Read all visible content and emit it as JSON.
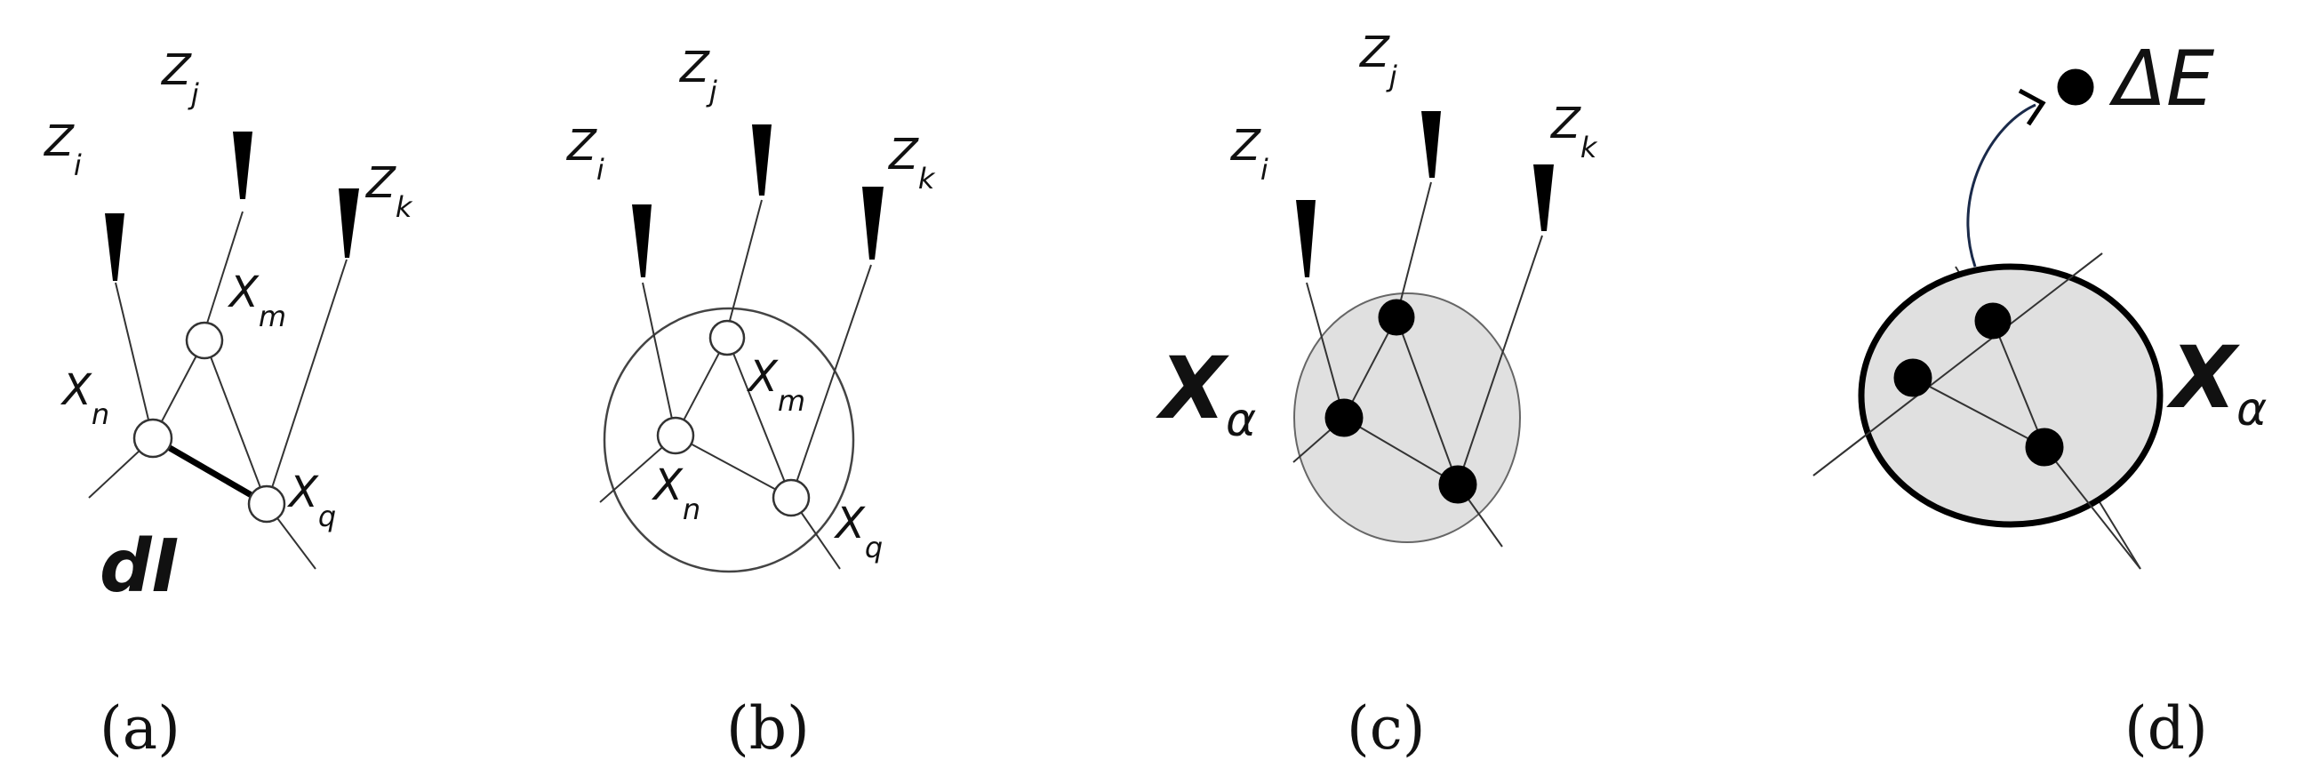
{
  "panels": [
    {
      "id": "a",
      "caption": "(a)",
      "inputs": [
        {
          "base": "Z",
          "sub": "i"
        },
        {
          "base": "Z",
          "sub": "j"
        },
        {
          "base": "Z",
          "sub": "k"
        }
      ],
      "nodes": [
        {
          "base": "X",
          "sub": "m"
        },
        {
          "base": "X",
          "sub": "n"
        },
        {
          "base": "X",
          "sub": "q"
        }
      ],
      "interaction_label": "dI"
    },
    {
      "id": "b",
      "caption": "(b)",
      "inputs": [
        {
          "base": "Z",
          "sub": "i"
        },
        {
          "base": "Z",
          "sub": "j"
        },
        {
          "base": "Z",
          "sub": "k"
        }
      ],
      "nodes": [
        {
          "base": "X",
          "sub": "m"
        },
        {
          "base": "X",
          "sub": "n"
        },
        {
          "base": "X",
          "sub": "q"
        }
      ]
    },
    {
      "id": "c",
      "caption": "(c)",
      "inputs": [
        {
          "base": "Z",
          "sub": "i"
        },
        {
          "base": "Z",
          "sub": "j"
        },
        {
          "base": "Z",
          "sub": "k"
        }
      ],
      "aggregate": {
        "base": "X",
        "sub": "α"
      }
    },
    {
      "id": "d",
      "caption": "(d)",
      "aggregate": {
        "base": "X",
        "sub": "α"
      },
      "emission_label": "ΔE"
    }
  ],
  "colors": {
    "ink": "#111111",
    "cluster_fill": "#e0e0e0",
    "arrow": "#1a2a4a"
  }
}
